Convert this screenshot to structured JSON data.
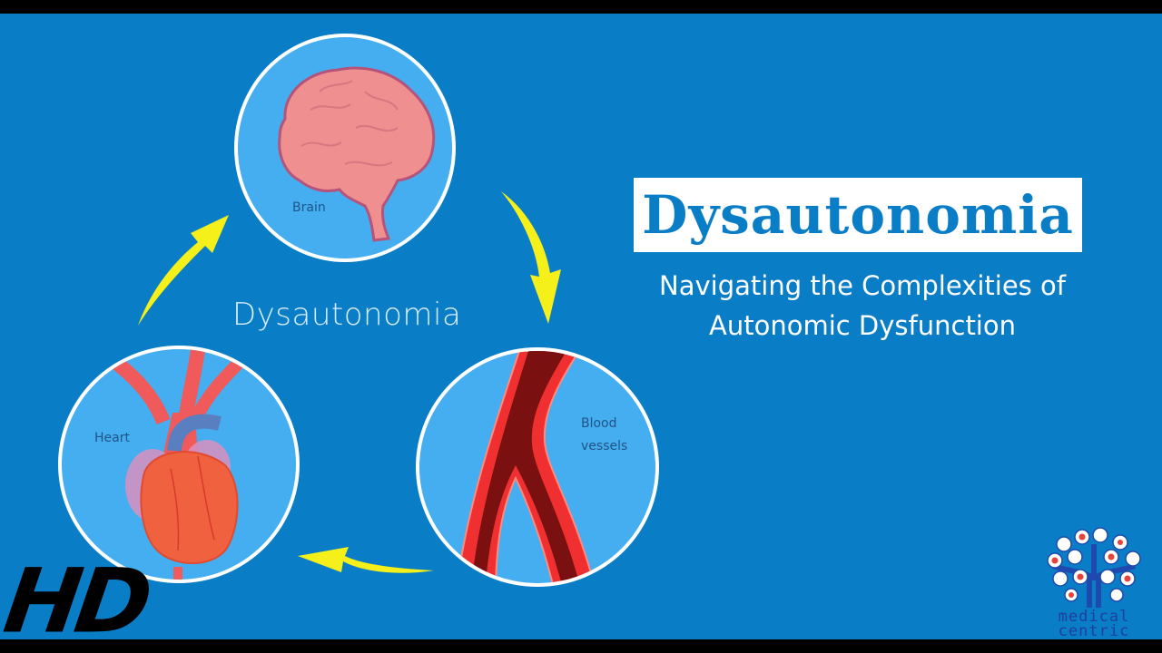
{
  "video": {
    "quality_badge": "HD"
  },
  "diagram": {
    "center_label": "Dysautonomia",
    "nodes": [
      {
        "id": "brain",
        "label": "Brain"
      },
      {
        "id": "blood-vessels",
        "label_line1": "Blood",
        "label_line2": "vessels"
      },
      {
        "id": "heart",
        "label": "Heart"
      }
    ],
    "cycle_order": [
      "Brain",
      "Blood vessels",
      "Heart"
    ],
    "arrow_color": "#f5f01a"
  },
  "title": {
    "main": "Dysautonomia",
    "subtitle_line1": "Navigating the Complexities of",
    "subtitle_line2": "Autonomic Dysfunction"
  },
  "brand": {
    "line1": "medical",
    "line2": "centric"
  },
  "colors": {
    "background": "#0a7dc7",
    "circle_fill": "#45aef0",
    "title_box": "#ffffff",
    "title_text": "#0a7dc7"
  }
}
